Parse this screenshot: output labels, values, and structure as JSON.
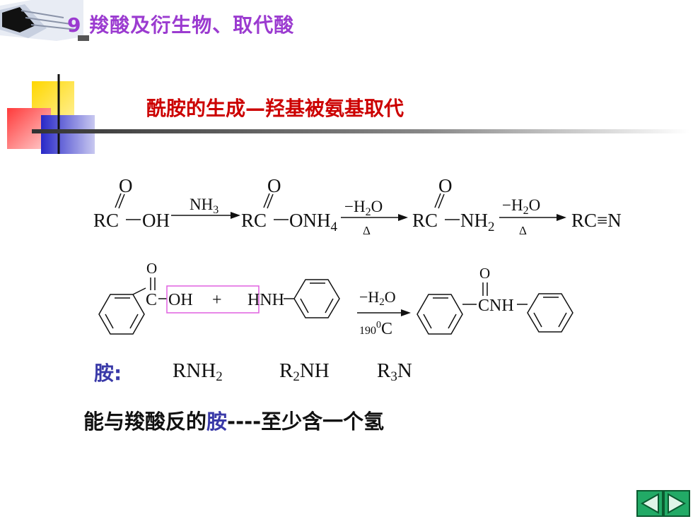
{
  "header": {
    "chapter_title": "9 羧酸及衍生物、取代酸"
  },
  "section": {
    "title": "酰胺的生成—羟基被氨基取代"
  },
  "scheme": {
    "row1": {
      "acid_rc": "RC",
      "acid_oh": "OH",
      "o_atom": "O",
      "reagent_1": "NH",
      "reagent_1_sub": "3",
      "salt_tail": "ONH",
      "salt_sub": "4",
      "cond_h2o_a": "−H",
      "cond_h2o_b": "2",
      "cond_h2o_c": "O",
      "cond_heat": "Δ",
      "amide_tail": "NH",
      "amide_sub": "2",
      "nitrile": "RC≡N"
    },
    "row2": {
      "carbonyl_c": "C",
      "oh_group": "OH",
      "plus": "+",
      "hnh": "HNH",
      "cond_h2o": "−H",
      "cond_h2o_sub": "2",
      "cond_h2o_o": "O",
      "cond_temp_num": "190",
      "cond_temp_sup": "0",
      "cond_temp_unit": "C",
      "product_cnh": "CNH",
      "o_atom": "O"
    },
    "box_color": "#e060e0"
  },
  "amines": {
    "label": "胺:",
    "primary_r": "RNH",
    "primary_sub": "2",
    "secondary_r": "R",
    "secondary_sub": "2",
    "secondary_tail": "NH",
    "tertiary_r": "R",
    "tertiary_sub": "3",
    "tertiary_tail": "N"
  },
  "statement": {
    "prefix": "能与羧酸反的",
    "highlight": "胺",
    "suffix": "----至少含一个氢"
  },
  "nav": {
    "prev_icon": "triangle-left-icon",
    "next_icon": "triangle-right-icon"
  },
  "colors": {
    "chapter_title": "#9b3bd0",
    "section_title": "#cc0000",
    "amine_highlight": "#3a3aa8",
    "nav_fill": "#22aa66"
  }
}
